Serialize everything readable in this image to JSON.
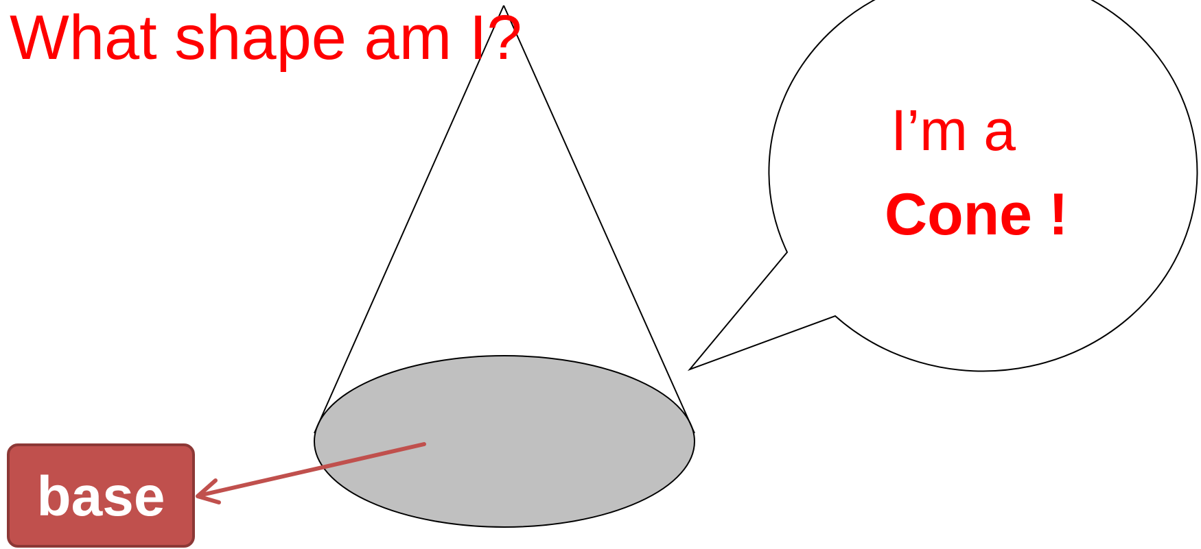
{
  "title": "What shape am I?",
  "speech": {
    "line1": "I’m a",
    "line2": "Cone !"
  },
  "label": {
    "text": "base"
  },
  "colors": {
    "title_text": "#ff0000",
    "speech_text": "#ff0000",
    "base_fill": "#c0c0c0",
    "outline": "#000000",
    "label_box": "#c0504d",
    "label_border": "#8c3836",
    "arrow": "#c0504d"
  }
}
